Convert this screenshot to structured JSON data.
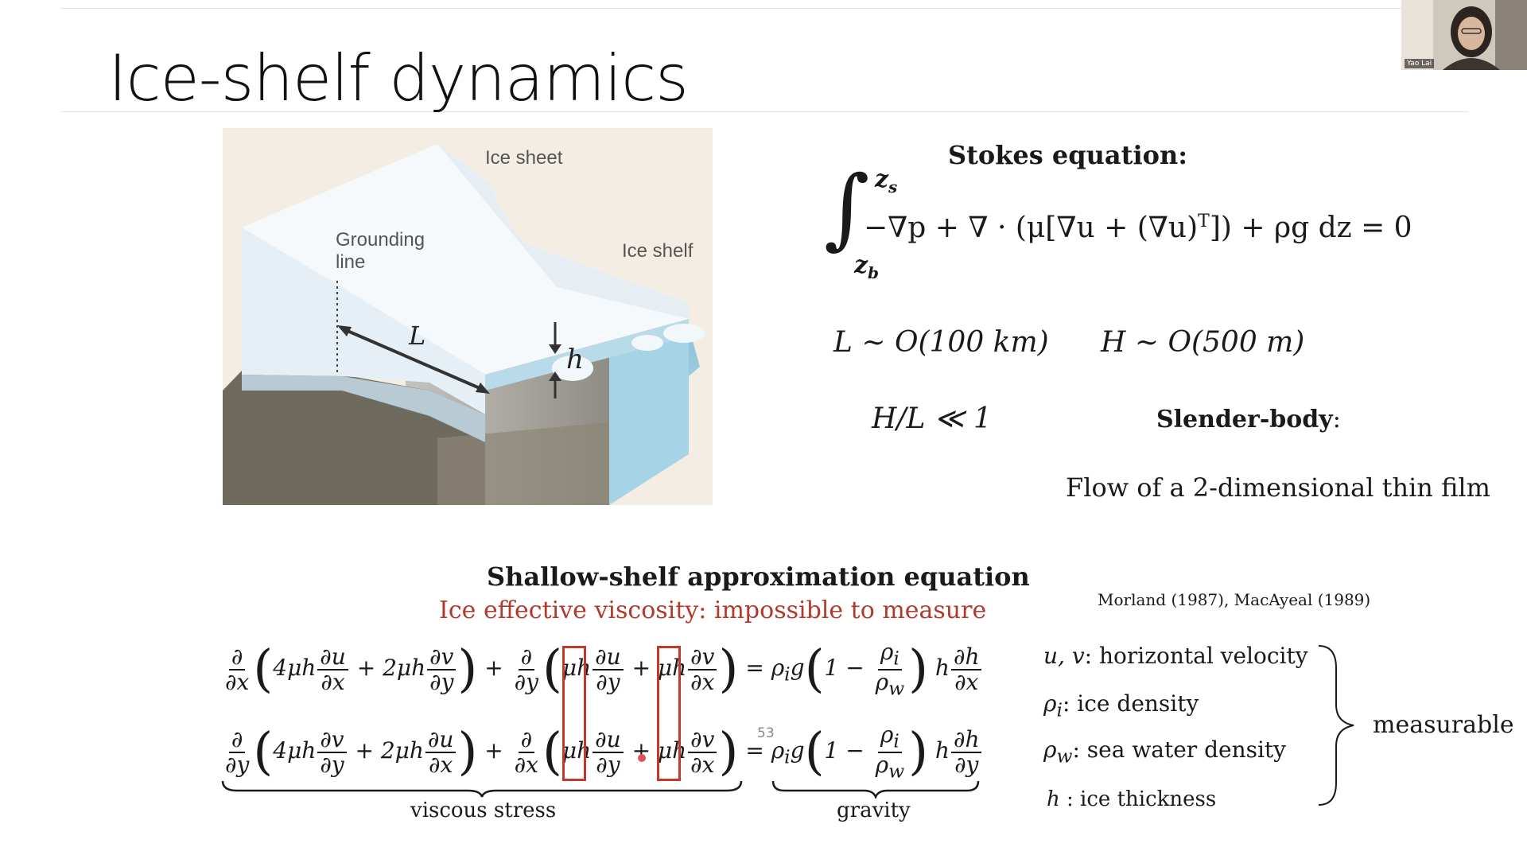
{
  "slide": {
    "title": "Ice-shelf dynamics",
    "page_number": "53"
  },
  "webcam": {
    "participant_name": "Yao Lai"
  },
  "figure": {
    "labels": {
      "ice_sheet": "Ice sheet",
      "grounding_line_1": "Grounding",
      "grounding_line_2": "line",
      "ice_shelf": "Ice shelf",
      "length": "L",
      "thickness": "h"
    },
    "colors": {
      "ice_top": "#eef4f8",
      "ice_front": "#dce9f2",
      "sea": "#9ccbe0",
      "sea_front": "#b9dbe9",
      "bedrock": "#6f6a5e",
      "background": "#f4ede4"
    }
  },
  "stokes": {
    "heading": "Stokes equation:",
    "upper_limit": "z",
    "upper_sub": "s",
    "lower_limit": "z",
    "lower_sub": "b",
    "body": "−∇p  + ∇ · (μ[∇u + (∇u)",
    "sup": "T",
    "tail": "]) + ρg dz = 0"
  },
  "scales": {
    "L": "L ∼ O(100 km)",
    "H": "H ∼ O(500 m)",
    "ratio": "H/L ≪ 1",
    "slender_label": "Slender-body",
    "slender_colon": ":",
    "flow": "Flow of  a 2-dimensional thin film"
  },
  "ssa": {
    "heading": "Shallow-shelf  approximation equation",
    "note": "Ice effective viscosity: impossible to measure",
    "citation": "Morland (1987), MacAyeal (1989)",
    "viscous_label": "viscous stress",
    "gravity_label": "gravity"
  },
  "legend": {
    "items": [
      {
        "sym": "u, v",
        "desc": "horizontal velocity"
      },
      {
        "sym": "ρ",
        "sub": "i",
        "desc": "ice density"
      },
      {
        "sym": "ρ",
        "sub": "w",
        "desc": "sea water density"
      },
      {
        "sym": "h",
        "desc": "ice thickness"
      }
    ],
    "group_label": "measurable"
  },
  "colors": {
    "accent_red": "#b23a2b",
    "box_red": "#c0392b"
  }
}
